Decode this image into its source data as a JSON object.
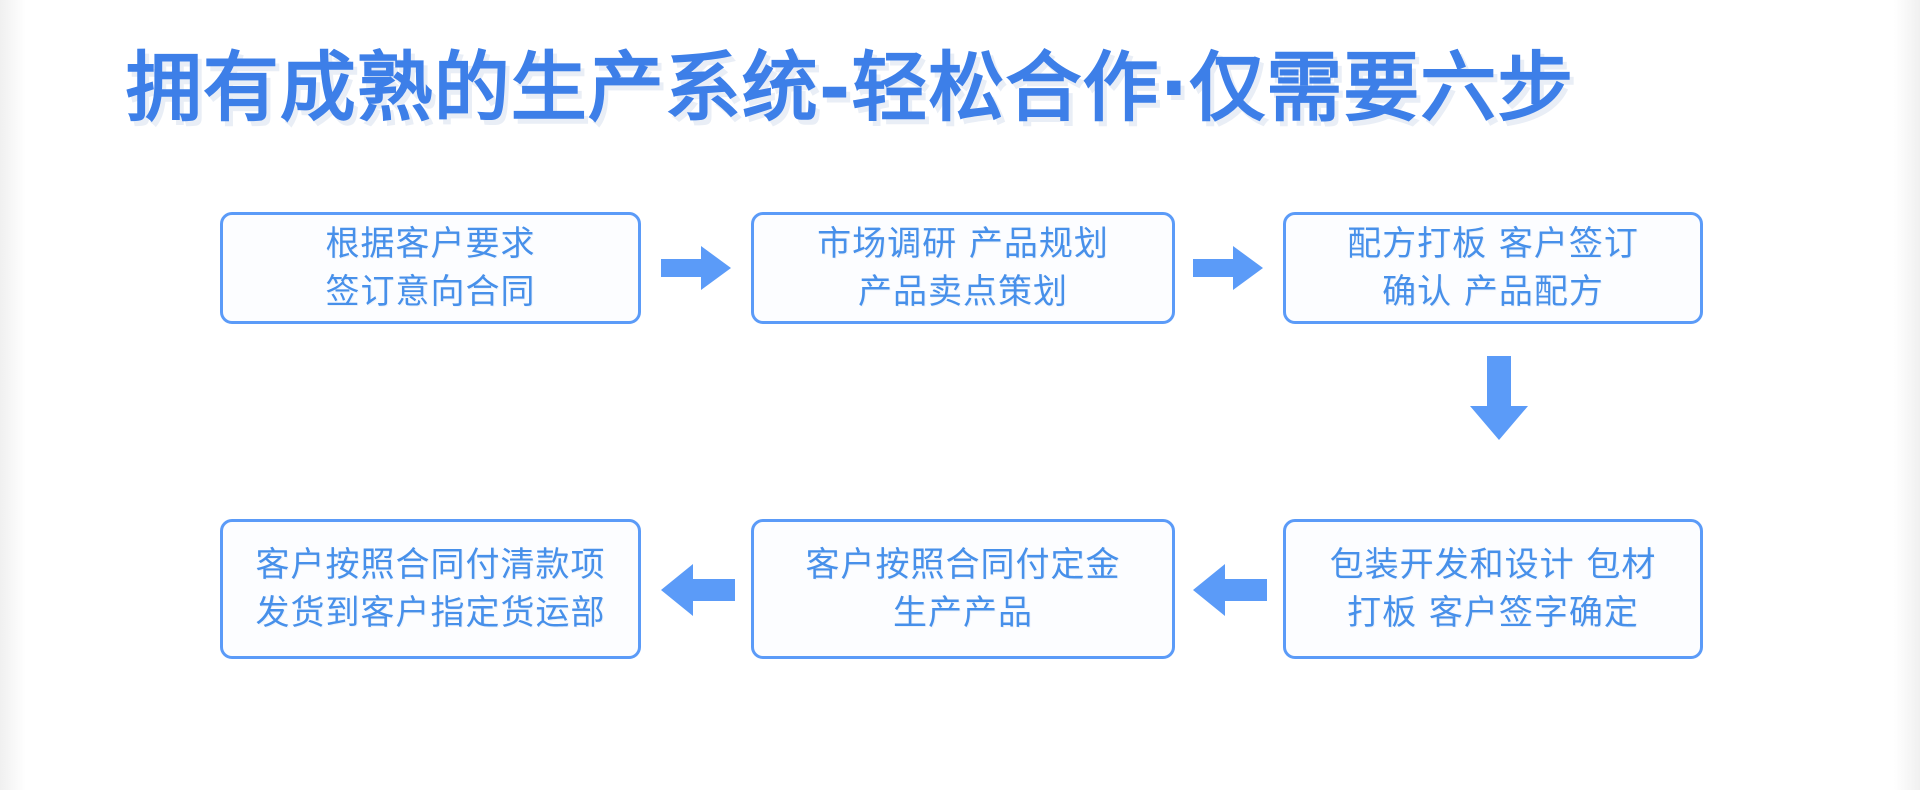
{
  "page": {
    "title": "拥有成熟的生产系统-轻松合作·仅需要六步",
    "accent_color": "#5B9BF8",
    "title_color": "#3D7FE8",
    "text_color": "#4790EA",
    "background_color": "#FFFFFF"
  },
  "flow": {
    "steps": [
      {
        "id": "step-1",
        "lines": [
          "根据客户要求",
          "签订意向合同"
        ]
      },
      {
        "id": "step-2",
        "lines": [
          "市场调研  产品规划",
          "产品卖点策划"
        ]
      },
      {
        "id": "step-3",
        "lines": [
          "配方打板  客户签订",
          "确认  产品配方"
        ]
      },
      {
        "id": "step-4",
        "lines": [
          "客户按照合同付清款项",
          "发货到客户指定货运部"
        ]
      },
      {
        "id": "step-5",
        "lines": [
          "客户按照合同付定金",
          "生产产品"
        ]
      },
      {
        "id": "step-6",
        "lines": [
          "包装开发和设计  包材",
          "打板  客户签字确定"
        ]
      }
    ],
    "connectors": [
      {
        "id": "connector-1",
        "icon": "arrow-right-icon",
        "from": "step-1",
        "to": "step-2"
      },
      {
        "id": "connector-2",
        "icon": "arrow-right-icon",
        "from": "step-2",
        "to": "step-3"
      },
      {
        "id": "connector-3",
        "icon": "arrow-down-icon",
        "from": "step-3",
        "to": "step-6"
      },
      {
        "id": "connector-4",
        "icon": "arrow-left-icon",
        "from": "step-6",
        "to": "step-5"
      },
      {
        "id": "connector-5",
        "icon": "arrow-left-icon",
        "from": "step-5",
        "to": "step-4"
      }
    ]
  }
}
